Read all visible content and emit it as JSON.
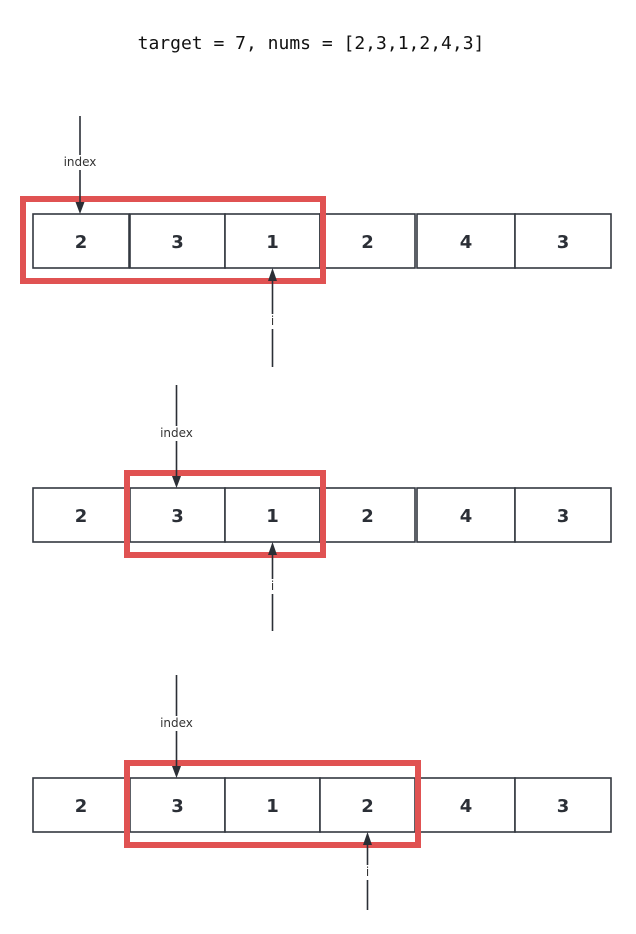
{
  "title": "target = 7, nums = [2,3,1,2,4,3]",
  "colors": {
    "window": "#e05252",
    "cell_border": "#333840",
    "text": "#2b2f36"
  },
  "index_label": "index",
  "i_label": "i",
  "steps": [
    {
      "cells": [
        "2",
        "3",
        "1",
        "2",
        "4",
        "3"
      ],
      "window_cells": [
        0,
        2
      ],
      "index_cell": 0,
      "i_cell": 2
    },
    {
      "cells": [
        "2",
        "3",
        "1",
        "2",
        "4",
        "3"
      ],
      "window_cells": [
        1,
        2
      ],
      "index_cell": 1,
      "i_cell": 2
    },
    {
      "cells": [
        "2",
        "3",
        "1",
        "2",
        "4",
        "3"
      ],
      "window_cells": [
        1,
        3
      ],
      "index_cell": 1,
      "i_cell": 3
    }
  ]
}
